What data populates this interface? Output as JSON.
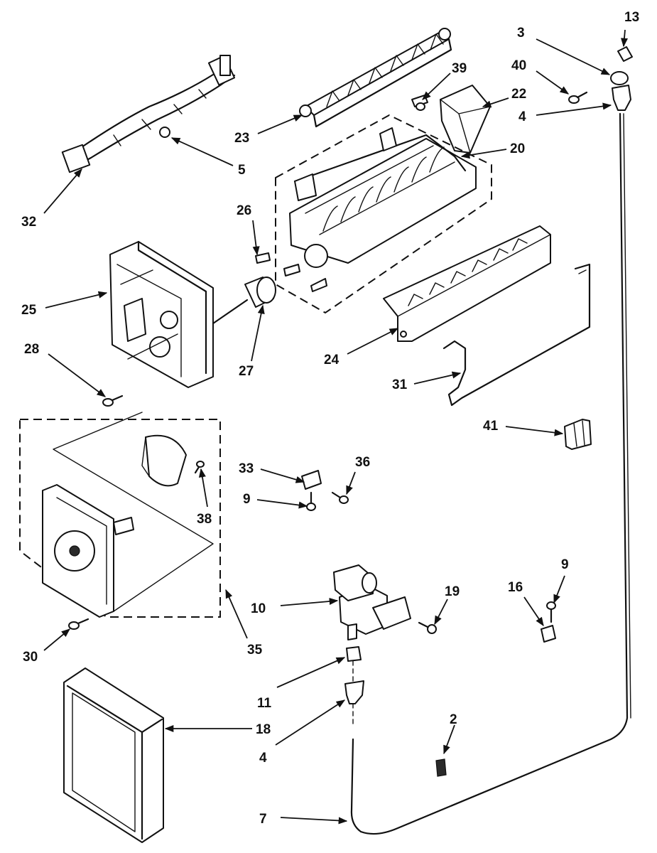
{
  "diagram": {
    "part_numbers": [
      "13",
      "3",
      "40",
      "4",
      "39",
      "22",
      "23",
      "20",
      "5",
      "32",
      "26",
      "25",
      "27",
      "28",
      "24",
      "31",
      "41",
      "33",
      "36",
      "9",
      "38",
      "35",
      "30",
      "10",
      "19",
      "16",
      "11",
      "18",
      "2",
      "7"
    ]
  }
}
